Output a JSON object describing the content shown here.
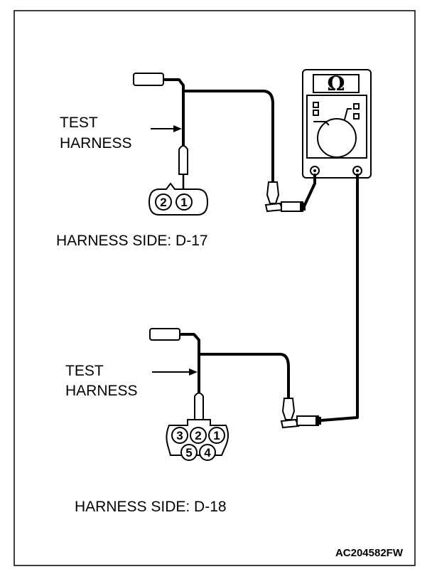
{
  "meter": {
    "unit_symbol": "Ω"
  },
  "connector_d17": {
    "pointer_label": [
      "TEST",
      "HARNESS"
    ],
    "pins": [
      "2",
      "1"
    ],
    "caption": "HARNESS SIDE: D-17"
  },
  "connector_d18": {
    "pointer_label": [
      "TEST",
      "HARNESS"
    ],
    "pins_top": [
      "3",
      "2",
      "1"
    ],
    "pins_bottom": [
      "5",
      "4"
    ],
    "caption": "HARNESS SIDE: D-18"
  },
  "figure_id": "AC204582FW"
}
